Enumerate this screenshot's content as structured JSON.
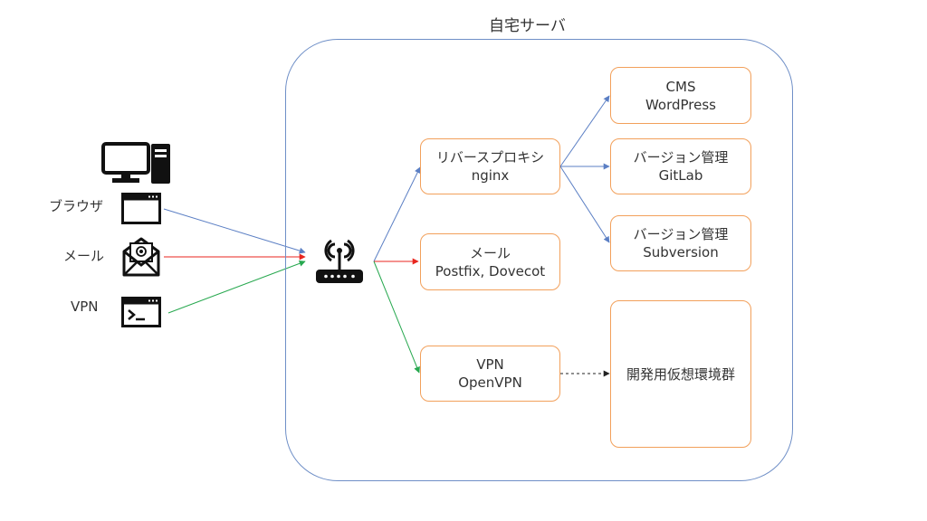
{
  "server": {
    "title": "自宅サーバ"
  },
  "clients": {
    "browser": "ブラウザ",
    "mail": "メール",
    "vpn": "VPN"
  },
  "nodes": {
    "reverse_proxy": {
      "line1": "リバースプロキシ",
      "line2": "nginx"
    },
    "mail": {
      "line1": "メール",
      "line2": "Postfix, Dovecot"
    },
    "vpn": {
      "line1": "VPN",
      "line2": "OpenVPN"
    },
    "cms": {
      "line1": "CMS",
      "line2": "WordPress"
    },
    "vcs_gitlab": {
      "line1": "バージョン管理",
      "line2": "GitLab"
    },
    "vcs_svn": {
      "line1": "バージョン管理",
      "line2": "Subversion"
    },
    "dev_vms": {
      "line1": "開発用仮想環境群"
    }
  },
  "colors": {
    "server_border": "#6f8fc7",
    "node_border": "#f2a05b",
    "browser_link": "#5b7fc4",
    "mail_link": "#e8261f",
    "vpn_link": "#27a84f",
    "tunnel_link": "#222222"
  },
  "icons": {
    "pc": "desktop-computer-icon",
    "browser": "browser-window-icon",
    "mail": "mail-envelope-icon",
    "vpn": "terminal-icon",
    "router": "wifi-router-icon"
  }
}
